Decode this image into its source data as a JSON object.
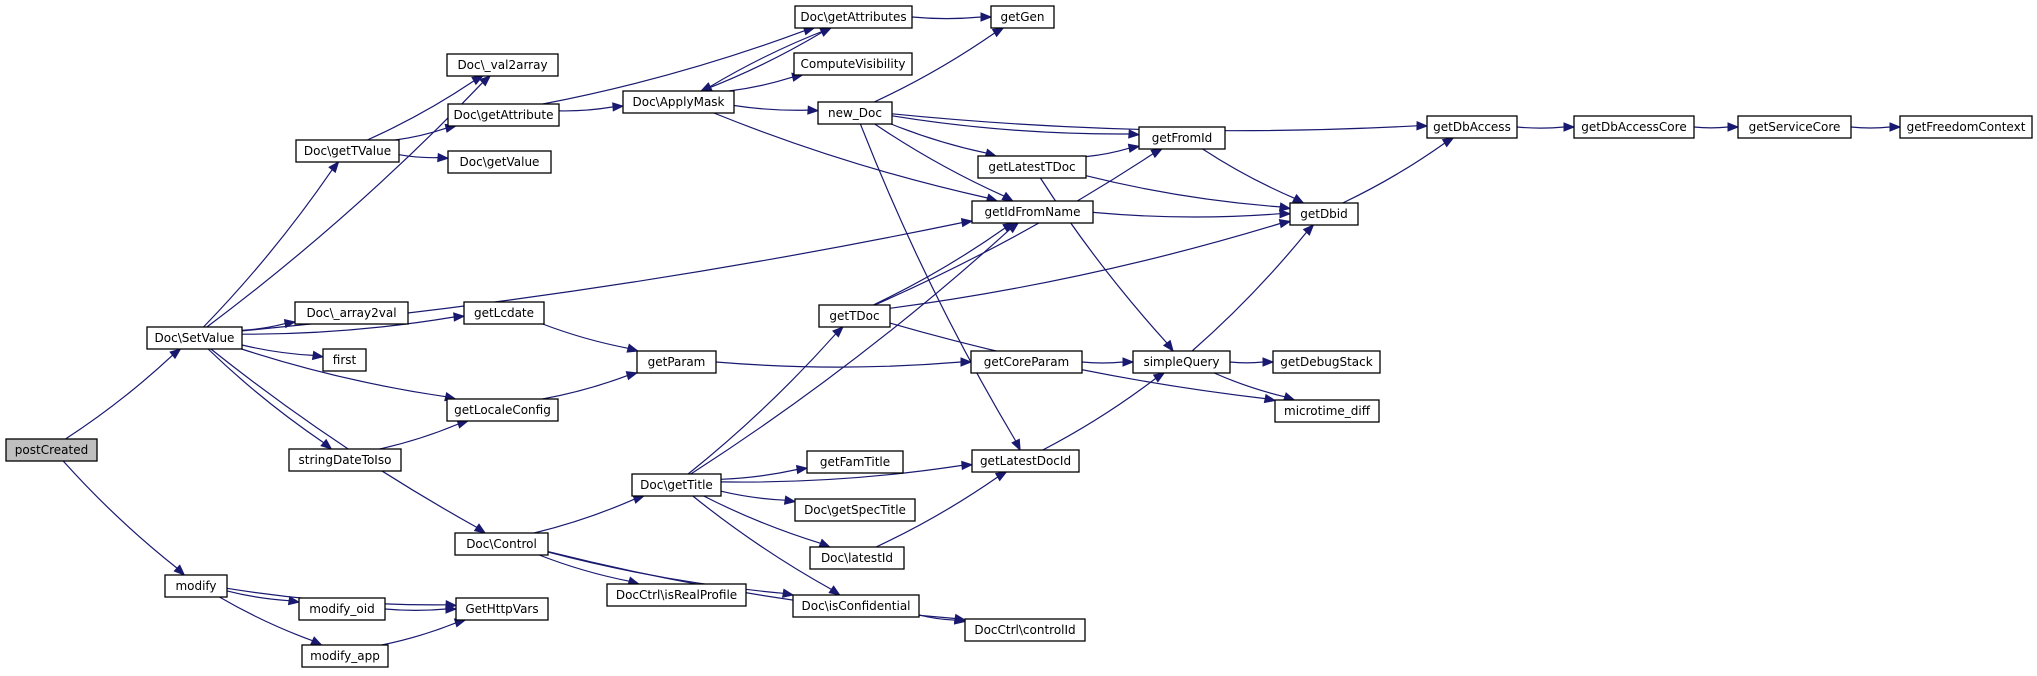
{
  "nodes": [
    {
      "id": "postCreated",
      "label": "postCreated"
    },
    {
      "id": "SetValue",
      "label": "Doc\\SetValue"
    },
    {
      "id": "modify",
      "label": "modify"
    },
    {
      "id": "val2array",
      "label": "Doc\\_val2array"
    },
    {
      "id": "getTValue",
      "label": "Doc\\getTValue"
    },
    {
      "id": "getAttribute",
      "label": "Doc\\getAttribute"
    },
    {
      "id": "getValue",
      "label": "Doc\\getValue"
    },
    {
      "id": "array2val",
      "label": "Doc\\_array2val"
    },
    {
      "id": "first",
      "label": "first"
    },
    {
      "id": "getLcdate",
      "label": "getLcdate"
    },
    {
      "id": "getLocaleConfig",
      "label": "getLocaleConfig"
    },
    {
      "id": "stringDateToIso",
      "label": "stringDateToIso"
    },
    {
      "id": "Control",
      "label": "Doc\\Control"
    },
    {
      "id": "modify_oid",
      "label": "modify_oid"
    },
    {
      "id": "modify_app",
      "label": "modify_app"
    },
    {
      "id": "GetHttpVars",
      "label": "GetHttpVars"
    },
    {
      "id": "getAttributes",
      "label": "Doc\\getAttributes"
    },
    {
      "id": "ComputeVisibility",
      "label": "ComputeVisibility"
    },
    {
      "id": "ApplyMask",
      "label": "Doc\\ApplyMask"
    },
    {
      "id": "getParam",
      "label": "getParam"
    },
    {
      "id": "getTitle",
      "label": "Doc\\getTitle"
    },
    {
      "id": "isRealProfile",
      "label": "DocCtrl\\isRealProfile"
    },
    {
      "id": "getGen",
      "label": "getGen"
    },
    {
      "id": "new_Doc",
      "label": "new_Doc"
    },
    {
      "id": "getTDoc",
      "label": "getTDoc"
    },
    {
      "id": "getFamTitle",
      "label": "getFamTitle"
    },
    {
      "id": "getSpecTitle",
      "label": "Doc\\getSpecTitle"
    },
    {
      "id": "latestId",
      "label": "Doc\\latestId"
    },
    {
      "id": "isConfidential",
      "label": "Doc\\isConfidential"
    },
    {
      "id": "getFromId",
      "label": "getFromId"
    },
    {
      "id": "getLatestTDoc",
      "label": "getLatestTDoc"
    },
    {
      "id": "getIdFromName",
      "label": "getIdFromName"
    },
    {
      "id": "getCoreParam",
      "label": "getCoreParam"
    },
    {
      "id": "getLatestDocId",
      "label": "getLatestDocId"
    },
    {
      "id": "controlId",
      "label": "DocCtrl\\controlId"
    },
    {
      "id": "simpleQuery",
      "label": "simpleQuery"
    },
    {
      "id": "getDbid",
      "label": "getDbid"
    },
    {
      "id": "getDebugStack",
      "label": "getDebugStack"
    },
    {
      "id": "microtime_diff",
      "label": "microtime_diff"
    },
    {
      "id": "getDbAccess",
      "label": "getDbAccess"
    },
    {
      "id": "getDbAccessCore",
      "label": "getDbAccessCore"
    },
    {
      "id": "getServiceCore",
      "label": "getServiceCore"
    },
    {
      "id": "getFreedomContext",
      "label": "getFreedomContext"
    }
  ],
  "edges": [
    [
      "postCreated",
      "SetValue"
    ],
    [
      "postCreated",
      "modify"
    ],
    [
      "SetValue",
      "val2array"
    ],
    [
      "SetValue",
      "getTValue"
    ],
    [
      "SetValue",
      "getIdFromName"
    ],
    [
      "SetValue",
      "getLcdate"
    ],
    [
      "SetValue",
      "array2val"
    ],
    [
      "SetValue",
      "first"
    ],
    [
      "SetValue",
      "getLocaleConfig"
    ],
    [
      "SetValue",
      "stringDateToIso"
    ],
    [
      "SetValue",
      "Control"
    ],
    [
      "getTValue",
      "val2array"
    ],
    [
      "getTValue",
      "getAttribute"
    ],
    [
      "getTValue",
      "getValue"
    ],
    [
      "getAttribute",
      "getAttributes"
    ],
    [
      "getAttribute",
      "ApplyMask"
    ],
    [
      "getAttributes",
      "getGen"
    ],
    [
      "getAttributes",
      "ApplyMask"
    ],
    [
      "ApplyMask",
      "getAttributes"
    ],
    [
      "ApplyMask",
      "ComputeVisibility"
    ],
    [
      "ApplyMask",
      "new_Doc"
    ],
    [
      "ApplyMask",
      "getIdFromName"
    ],
    [
      "new_Doc",
      "getGen"
    ],
    [
      "new_Doc",
      "getDbAccess"
    ],
    [
      "new_Doc",
      "getFromId"
    ],
    [
      "new_Doc",
      "getLatestTDoc"
    ],
    [
      "new_Doc",
      "getIdFromName"
    ],
    [
      "new_Doc",
      "getLatestDocId"
    ],
    [
      "getFromId",
      "getDbid"
    ],
    [
      "getLatestTDoc",
      "getFromId"
    ],
    [
      "getLatestTDoc",
      "getDbid"
    ],
    [
      "getLatestTDoc",
      "simpleQuery"
    ],
    [
      "getIdFromName",
      "getDbid"
    ],
    [
      "getDbid",
      "getDbAccess"
    ],
    [
      "getDbAccess",
      "getDbAccessCore"
    ],
    [
      "getDbAccessCore",
      "getServiceCore"
    ],
    [
      "getServiceCore",
      "getFreedomContext"
    ],
    [
      "getLcdate",
      "getParam"
    ],
    [
      "getLocaleConfig",
      "getParam"
    ],
    [
      "stringDateToIso",
      "getLocaleConfig"
    ],
    [
      "getParam",
      "getCoreParam"
    ],
    [
      "getCoreParam",
      "simpleQuery"
    ],
    [
      "simpleQuery",
      "getDbid"
    ],
    [
      "simpleQuery",
      "getDebugStack"
    ],
    [
      "simpleQuery",
      "microtime_diff"
    ],
    [
      "getTDoc",
      "getIdFromName"
    ],
    [
      "getTDoc",
      "getFromId"
    ],
    [
      "getTDoc",
      "getDbid"
    ],
    [
      "getTDoc",
      "microtime_diff"
    ],
    [
      "Control",
      "getTitle"
    ],
    [
      "Control",
      "isRealProfile"
    ],
    [
      "Control",
      "isConfidential"
    ],
    [
      "Control",
      "controlId"
    ],
    [
      "getTitle",
      "getIdFromName"
    ],
    [
      "getTitle",
      "getTDoc"
    ],
    [
      "getTitle",
      "getLatestDocId"
    ],
    [
      "getTitle",
      "getFamTitle"
    ],
    [
      "getTitle",
      "getSpecTitle"
    ],
    [
      "getTitle",
      "latestId"
    ],
    [
      "getTitle",
      "isConfidential"
    ],
    [
      "latestId",
      "getLatestDocId"
    ],
    [
      "getLatestDocId",
      "simpleQuery"
    ],
    [
      "isConfidential",
      "controlId"
    ],
    [
      "modify",
      "GetHttpVars"
    ],
    [
      "modify",
      "modify_oid"
    ],
    [
      "modify",
      "modify_app"
    ],
    [
      "modify_oid",
      "GetHttpVars"
    ],
    [
      "modify_app",
      "GetHttpVars"
    ]
  ]
}
